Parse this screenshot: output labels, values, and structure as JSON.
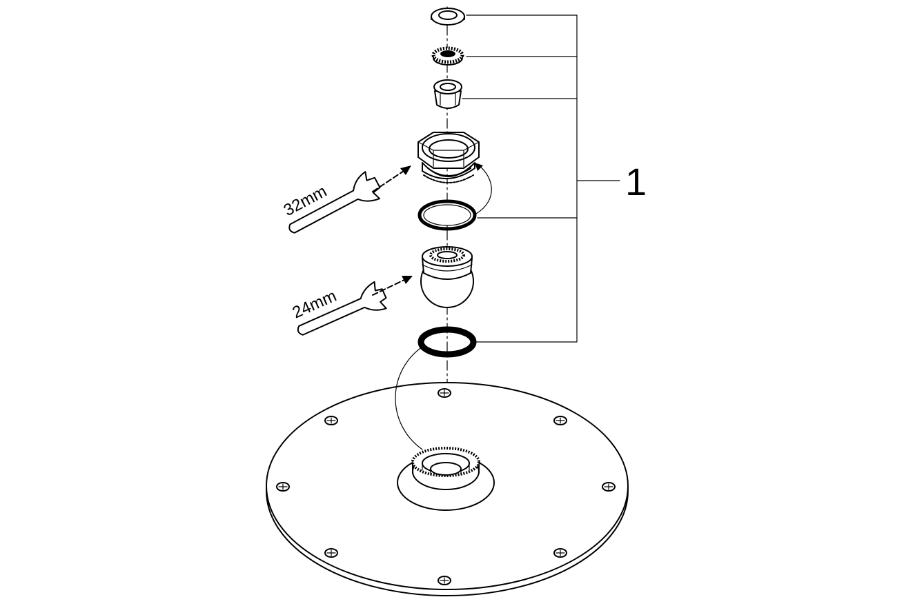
{
  "callout": {
    "label": "1"
  },
  "wrenches": [
    {
      "label": "32mm"
    },
    {
      "label": "24mm"
    }
  ],
  "colors": {
    "ink": "#000000",
    "paper": "#ffffff"
  }
}
